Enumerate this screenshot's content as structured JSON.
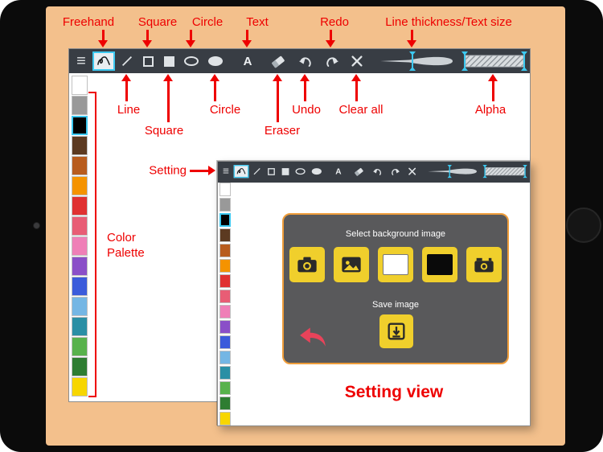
{
  "annotations": {
    "color": "#ee0000",
    "top": [
      {
        "label": "Freehand"
      },
      {
        "label": "Square"
      },
      {
        "label": "Circle"
      },
      {
        "label": "Text"
      },
      {
        "label": "Redo"
      },
      {
        "label": "Line thickness/Text size"
      }
    ],
    "bottom": [
      {
        "label": "Line"
      },
      {
        "label": "Square"
      },
      {
        "label": "Circle"
      },
      {
        "label": "Eraser"
      },
      {
        "label": "Undo"
      },
      {
        "label": "Clear all"
      },
      {
        "label": "Alpha"
      }
    ],
    "setting": "Setting",
    "color_palette": "Color Palette",
    "setting_view": "Setting view"
  },
  "toolbar": {
    "menu_glyph": "≡",
    "text_tool_glyph": "A",
    "active_tool": "freehand",
    "highlight_color": "#3cc8f0",
    "tools": [
      "menu",
      "freehand",
      "line",
      "square-outline",
      "square-filled",
      "circle-outline",
      "circle-filled",
      "text",
      "eraser",
      "undo",
      "redo",
      "clear-all",
      "line-thickness-slider",
      "alpha-slider"
    ]
  },
  "palette": {
    "selected_index": 2,
    "selected_outline": "#3cc8f0",
    "colors": [
      "#ffffff",
      "#999999",
      "#000000",
      "#5c3a21",
      "#b85c1e",
      "#f59300",
      "#e03131",
      "#e85d75",
      "#ef7fb7",
      "#8a4fc8",
      "#3b5bdb",
      "#74b6e4",
      "#2a8fa5",
      "#58b24c",
      "#2e7d32",
      "#f7d600"
    ]
  },
  "settings_panel": {
    "background_section_title": "Select background image",
    "save_section_title": "Save image",
    "button_color": "#f0cf2c",
    "buttons": [
      "camera",
      "photo-library",
      "white-background",
      "black-background",
      "camera-roll"
    ],
    "save_button": "save-image"
  },
  "ui_colors": {
    "screen_background": "#f3c08c",
    "toolbar_background": "#383d44",
    "panel_background": "#59595b",
    "panel_border": "#ef9d3a"
  }
}
